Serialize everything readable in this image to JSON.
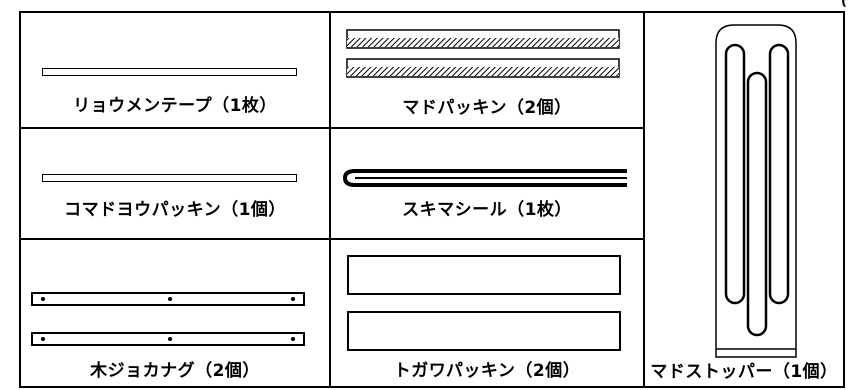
{
  "corner_mark": "(",
  "items": [
    {
      "label": "リョウメンテープ（1枚）"
    },
    {
      "label": "マドパッキン（2個）"
    },
    {
      "label": "コマドヨウパッキン（1個）"
    },
    {
      "label": "スキマシール（1枚）"
    },
    {
      "label": "木ジョカナグ（2個）"
    },
    {
      "label": "トガワパッキン（2個）"
    },
    {
      "label": "マドストッパー（1個）"
    }
  ]
}
